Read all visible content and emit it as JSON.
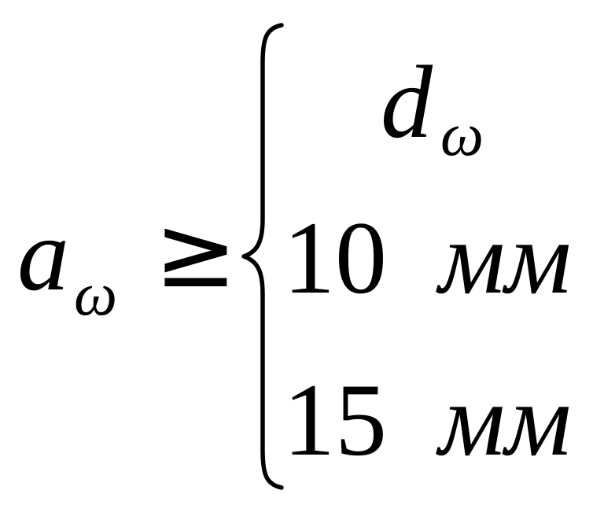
{
  "formula": {
    "lhs": {
      "variable": "a",
      "subscript": "ω"
    },
    "relation": "≥",
    "cases": [
      {
        "value": "d",
        "subscript": "ω"
      },
      {
        "value": "10",
        "unit": "мм"
      },
      {
        "value": "15",
        "unit": "мм"
      }
    ]
  }
}
